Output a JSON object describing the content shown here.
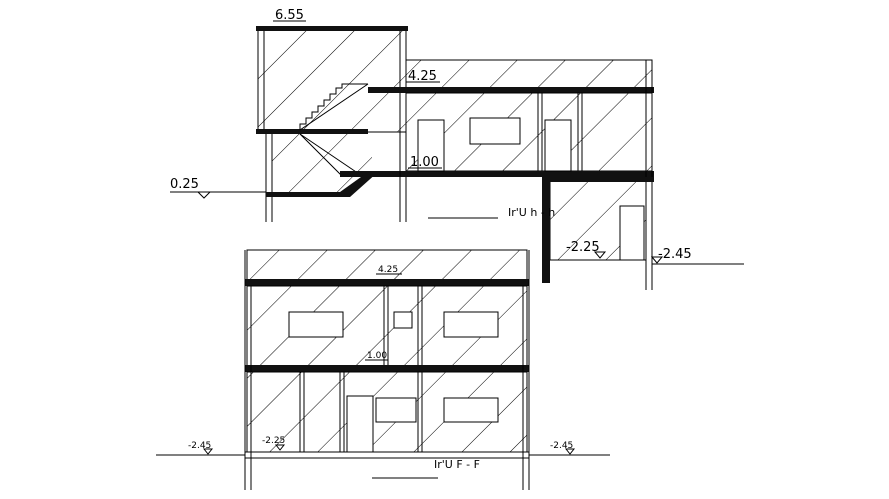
{
  "section_top": {
    "levels": {
      "roof_upper": "6.55",
      "roof_main": "4.25",
      "floor_mid": "1.00",
      "ground": "0.25",
      "basement": "-2.25",
      "grade_right": "-2.45"
    },
    "title": "Ir'U h - h"
  },
  "section_bottom": {
    "levels": {
      "roof": "4.25",
      "floor_mid": "1.00",
      "basement": "-2.25",
      "grade_left": "-2.45",
      "grade_right": "-2.45"
    },
    "title": "Ir'U F - F"
  }
}
